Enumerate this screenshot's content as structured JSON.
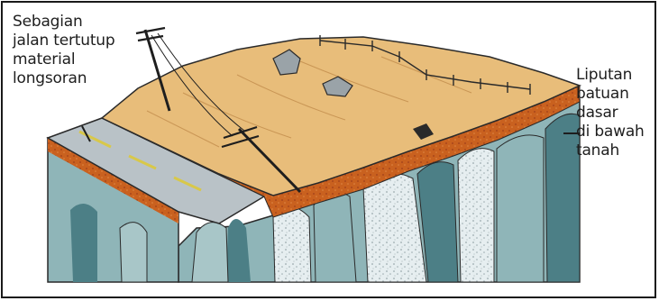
{
  "labels": {
    "left": [
      "Sebagian",
      "jalan tertutup",
      "material",
      "longsoran"
    ],
    "right": [
      "Liputan",
      "batuan",
      "dasar",
      "di bawah",
      "tanah"
    ]
  },
  "colors": {
    "surface": "#e8bd7a",
    "soil": "#c9611f",
    "road": "#b9c2c7",
    "rock": "#8fb5b8",
    "rock_dark": "#4c7f86",
    "rock_white": "#e4ecee",
    "outline": "#2a2a2a"
  }
}
